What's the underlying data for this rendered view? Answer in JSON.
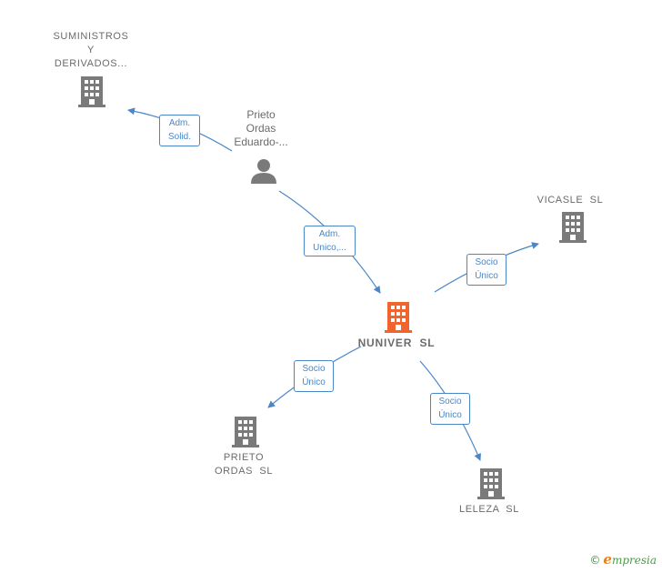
{
  "colors": {
    "edge": "#4a86c8",
    "company_icon": "#7a7a7a",
    "center_icon": "#f0642e",
    "person_icon": "#7a7a7a",
    "label_text": "#6b6b6b"
  },
  "nodes": {
    "suministros": {
      "lines": [
        "SUMINISTROS",
        "Y",
        "DERIVADOS..."
      ],
      "icon": "building-icon"
    },
    "prieto_person": {
      "lines": [
        "Prieto",
        "Ordas",
        "Eduardo-..."
      ],
      "icon": "person-icon"
    },
    "vicasle": {
      "lines": [
        "VICASLE  SL"
      ],
      "icon": "building-icon"
    },
    "nuniver": {
      "lines": [
        "NUNIVER  SL"
      ],
      "icon": "building-icon"
    },
    "prieto_ordas_sl": {
      "lines": [
        "PRIETO",
        "ORDAS  SL"
      ],
      "icon": "building-icon"
    },
    "leleza": {
      "lines": [
        "LELEZA  SL"
      ],
      "icon": "building-icon"
    }
  },
  "edges": {
    "adm_solid": {
      "lines": [
        "Adm.",
        "Solid."
      ]
    },
    "adm_unico": {
      "lines": [
        "Adm.",
        "Unico,..."
      ]
    },
    "socio_vicasle": {
      "lines": [
        "Socio",
        "Único"
      ]
    },
    "socio_prieto": {
      "lines": [
        "Socio",
        "Único"
      ]
    },
    "socio_leleza": {
      "lines": [
        "Socio",
        "Único"
      ]
    }
  },
  "brand": {
    "symbol": "©",
    "initial": "e",
    "rest": "mpresia"
  }
}
